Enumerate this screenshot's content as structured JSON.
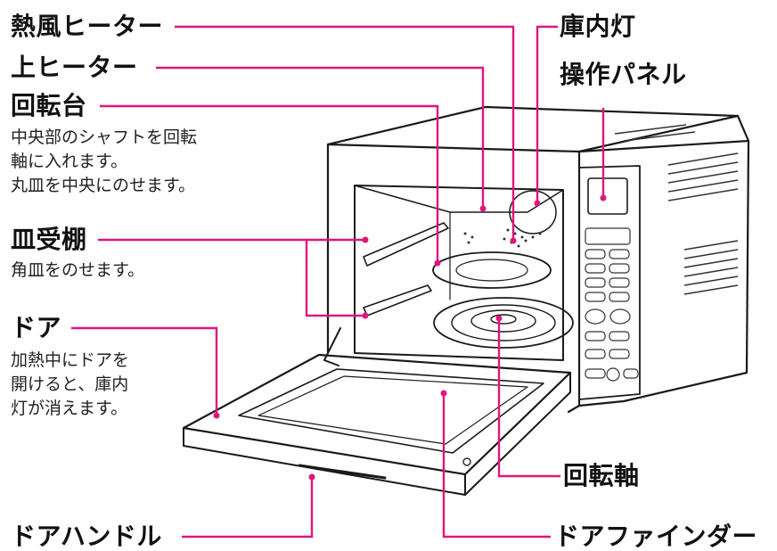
{
  "labels": {
    "hot_air_heater": "熱風ヒーター",
    "top_heater": "上ヒーター",
    "turntable": "回転台",
    "turntable_desc": [
      "中央部のシャフトを回転",
      "軸に入れます。",
      "丸皿を中央にのせます。"
    ],
    "plate_shelf": "皿受棚",
    "plate_shelf_desc": [
      "角皿をのせます。"
    ],
    "door": "ドア",
    "door_desc": [
      "加熱中にドアを",
      "開けると、庫内",
      "灯が消えます。"
    ],
    "interior_light": "庫内灯",
    "control_panel": "操作パネル",
    "rotation_shaft": "回転軸",
    "door_handle": "ドアハンドル",
    "door_finder": "ドアファインダー"
  },
  "colors": {
    "leader": "#e0157d",
    "outline": "#1a1a1a"
  }
}
